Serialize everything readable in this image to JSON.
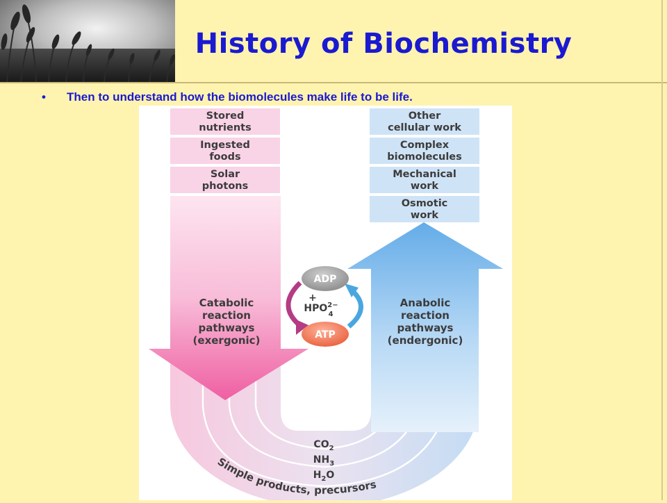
{
  "slide": {
    "title": "History of Biochemistry",
    "bullet_marker": "•",
    "bullet_text": "Then to understand how the biomolecules make life to be life."
  },
  "diagram": {
    "inputs": [
      [
        "Stored",
        "nutrients"
      ],
      [
        "Ingested",
        "foods"
      ],
      [
        "Solar",
        "photons"
      ]
    ],
    "outputs": [
      [
        "Other",
        "cellular work"
      ],
      [
        "Complex",
        "biomolecules"
      ],
      [
        "Mechanical",
        "work"
      ],
      [
        "Osmotic",
        "work"
      ]
    ],
    "catabolic_label": [
      "Catabolic",
      "reaction",
      "pathways",
      "(exergonic)"
    ],
    "anabolic_label": [
      "Anabolic",
      "reaction",
      "pathways",
      "(endergonic)"
    ],
    "adp": "ADP",
    "atp": "ATP",
    "phosphate": {
      "plus": "+",
      "base": "HPO",
      "sub": "4",
      "sup": "2−"
    },
    "simple_molecules": [
      {
        "base": "CO",
        "sub": "2"
      },
      {
        "base": "NH",
        "sub": "3"
      },
      {
        "base": "H",
        "sub": "2",
        "tail": "O"
      }
    ],
    "bottom_caption": "Simple products, precursors",
    "colors": {
      "background": "#fff3b0",
      "title": "#1a1ad0",
      "pink_box": "#f9d3e6",
      "blue_box": "#cfe3f6",
      "pink_arrow": "#f06aa8",
      "blue_arrow": "#6fb2ea",
      "adp_circle": "#9a9a9a",
      "atp_circle": "#ef6f4c",
      "cycle_left": "#b43c84",
      "cycle_right": "#4aa6e0"
    }
  }
}
